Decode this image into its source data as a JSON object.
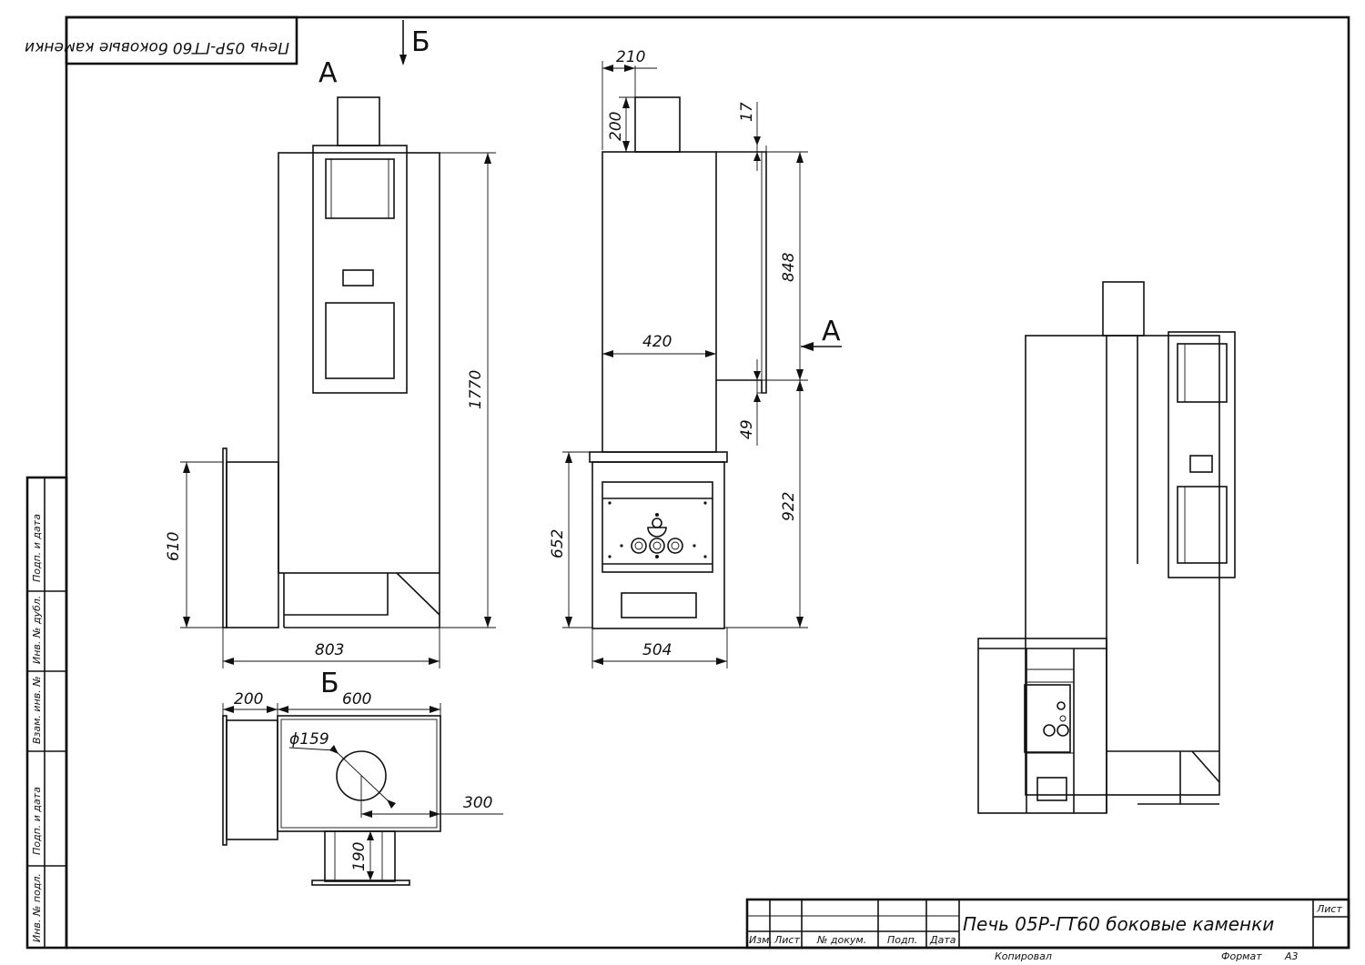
{
  "stamp": {
    "mirrored_title": "Печь 05Р-ГТ60 боковые каменки",
    "title": "Печь 05Р-ГТ60 боковые каменки",
    "sheet_label": "Лист",
    "col_izm": "Изм.",
    "col_list": "Лист",
    "col_doc": "№ докум.",
    "col_sign": "Подп.",
    "col_date": "Дата",
    "copied": "Копировал",
    "format_label": "Формат",
    "format_value": "А3"
  },
  "side_strip": [
    "Подп. и дата",
    "Инв. № дубл.",
    "Взам. инв. №",
    "Подп. и дата",
    "Инв. № подл."
  ],
  "section_labels": {
    "a_top": "А",
    "b_top": "Б",
    "a_right": "А",
    "b_plan": "Б"
  },
  "dimensions": {
    "total_height": "1770",
    "firebox_height": "610",
    "total_width": "803",
    "chimney_width": "210",
    "chimney_height": "200",
    "top_offset": "17",
    "tank_height": "848",
    "tank_width": "420",
    "bottom_offset": "49",
    "stone_height": "922",
    "door_height": "652",
    "door_width": "504",
    "plan_tunnel": "200",
    "plan_body": "600",
    "pipe_diameter": "ϕ159",
    "pipe_offset": "300",
    "plan_stand": "190"
  }
}
